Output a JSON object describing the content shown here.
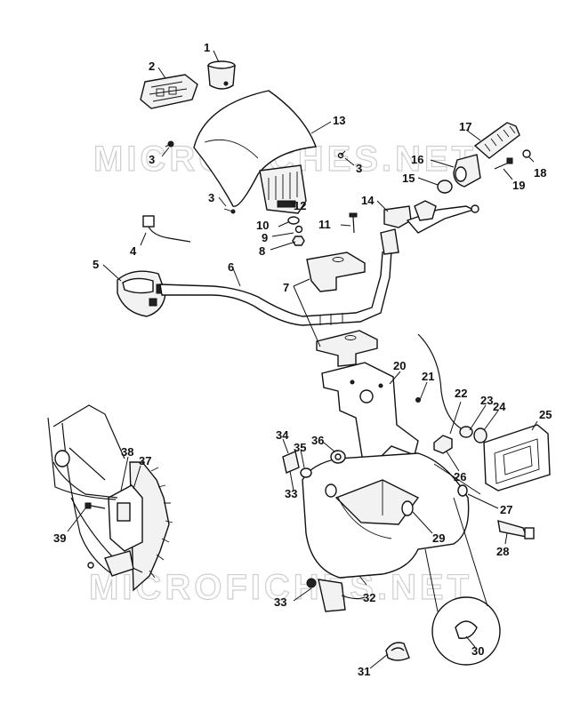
{
  "watermark": "MICROFICHES.NET",
  "callouts": {
    "c1": "1",
    "c2": "2",
    "c3a": "3",
    "c3b": "3",
    "c3c": "3",
    "c4": "4",
    "c5": "5",
    "c6": "6",
    "c7": "7",
    "c8": "8",
    "c9": "9",
    "c10": "10",
    "c11": "11",
    "c12": "12",
    "c13": "13",
    "c14": "14",
    "c15": "15",
    "c16": "16",
    "c17": "17",
    "c18": "18",
    "c19": "19",
    "c20": "20",
    "c21": "21",
    "c22": "22",
    "c23": "23",
    "c24": "24",
    "c25": "25",
    "c26": "26",
    "c27": "27",
    "c28": "28",
    "c29": "29",
    "c30": "30",
    "c31": "31",
    "c32": "32",
    "c33a": "33",
    "c33b": "33",
    "c34": "34",
    "c35": "35",
    "c36": "36",
    "c37": "37",
    "c38": "38",
    "c39": "39"
  }
}
